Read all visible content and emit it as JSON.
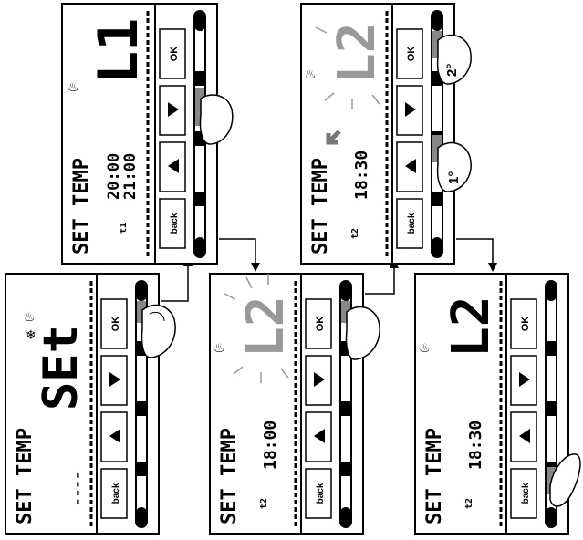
{
  "panels": {
    "p1": {
      "mode_text": "SET TEMP",
      "display_value": "SEt",
      "lower_value": "----",
      "buttons": {
        "ok": "OK",
        "back": "back"
      }
    },
    "p2": {
      "mode_text": "SET TEMP",
      "display_value": "L1",
      "time_1": "20:00",
      "time_2": "21:00",
      "slot_label": "t1",
      "buttons": {
        "ok": "OK",
        "back": "back"
      }
    },
    "p3": {
      "mode_text": "SET TEMP",
      "display_value": "L2",
      "time_1": "18:30",
      "slot_label": "t2",
      "buttons": {
        "ok": "OK",
        "back": "back"
      }
    },
    "p4": {
      "mode_text": "SET TEMP",
      "display_value": "L2",
      "time_1": "18:00",
      "slot_label": "t2",
      "buttons": {
        "ok": "OK",
        "back": "back"
      }
    },
    "p5": {
      "mode_text": "SET TEMP",
      "display_value": "L2",
      "time_1": "18:30",
      "slot_label": "t2",
      "buttons": {
        "ok": "OK",
        "back": "back"
      }
    }
  },
  "press_order": {
    "first": "1°",
    "second": "2°"
  }
}
